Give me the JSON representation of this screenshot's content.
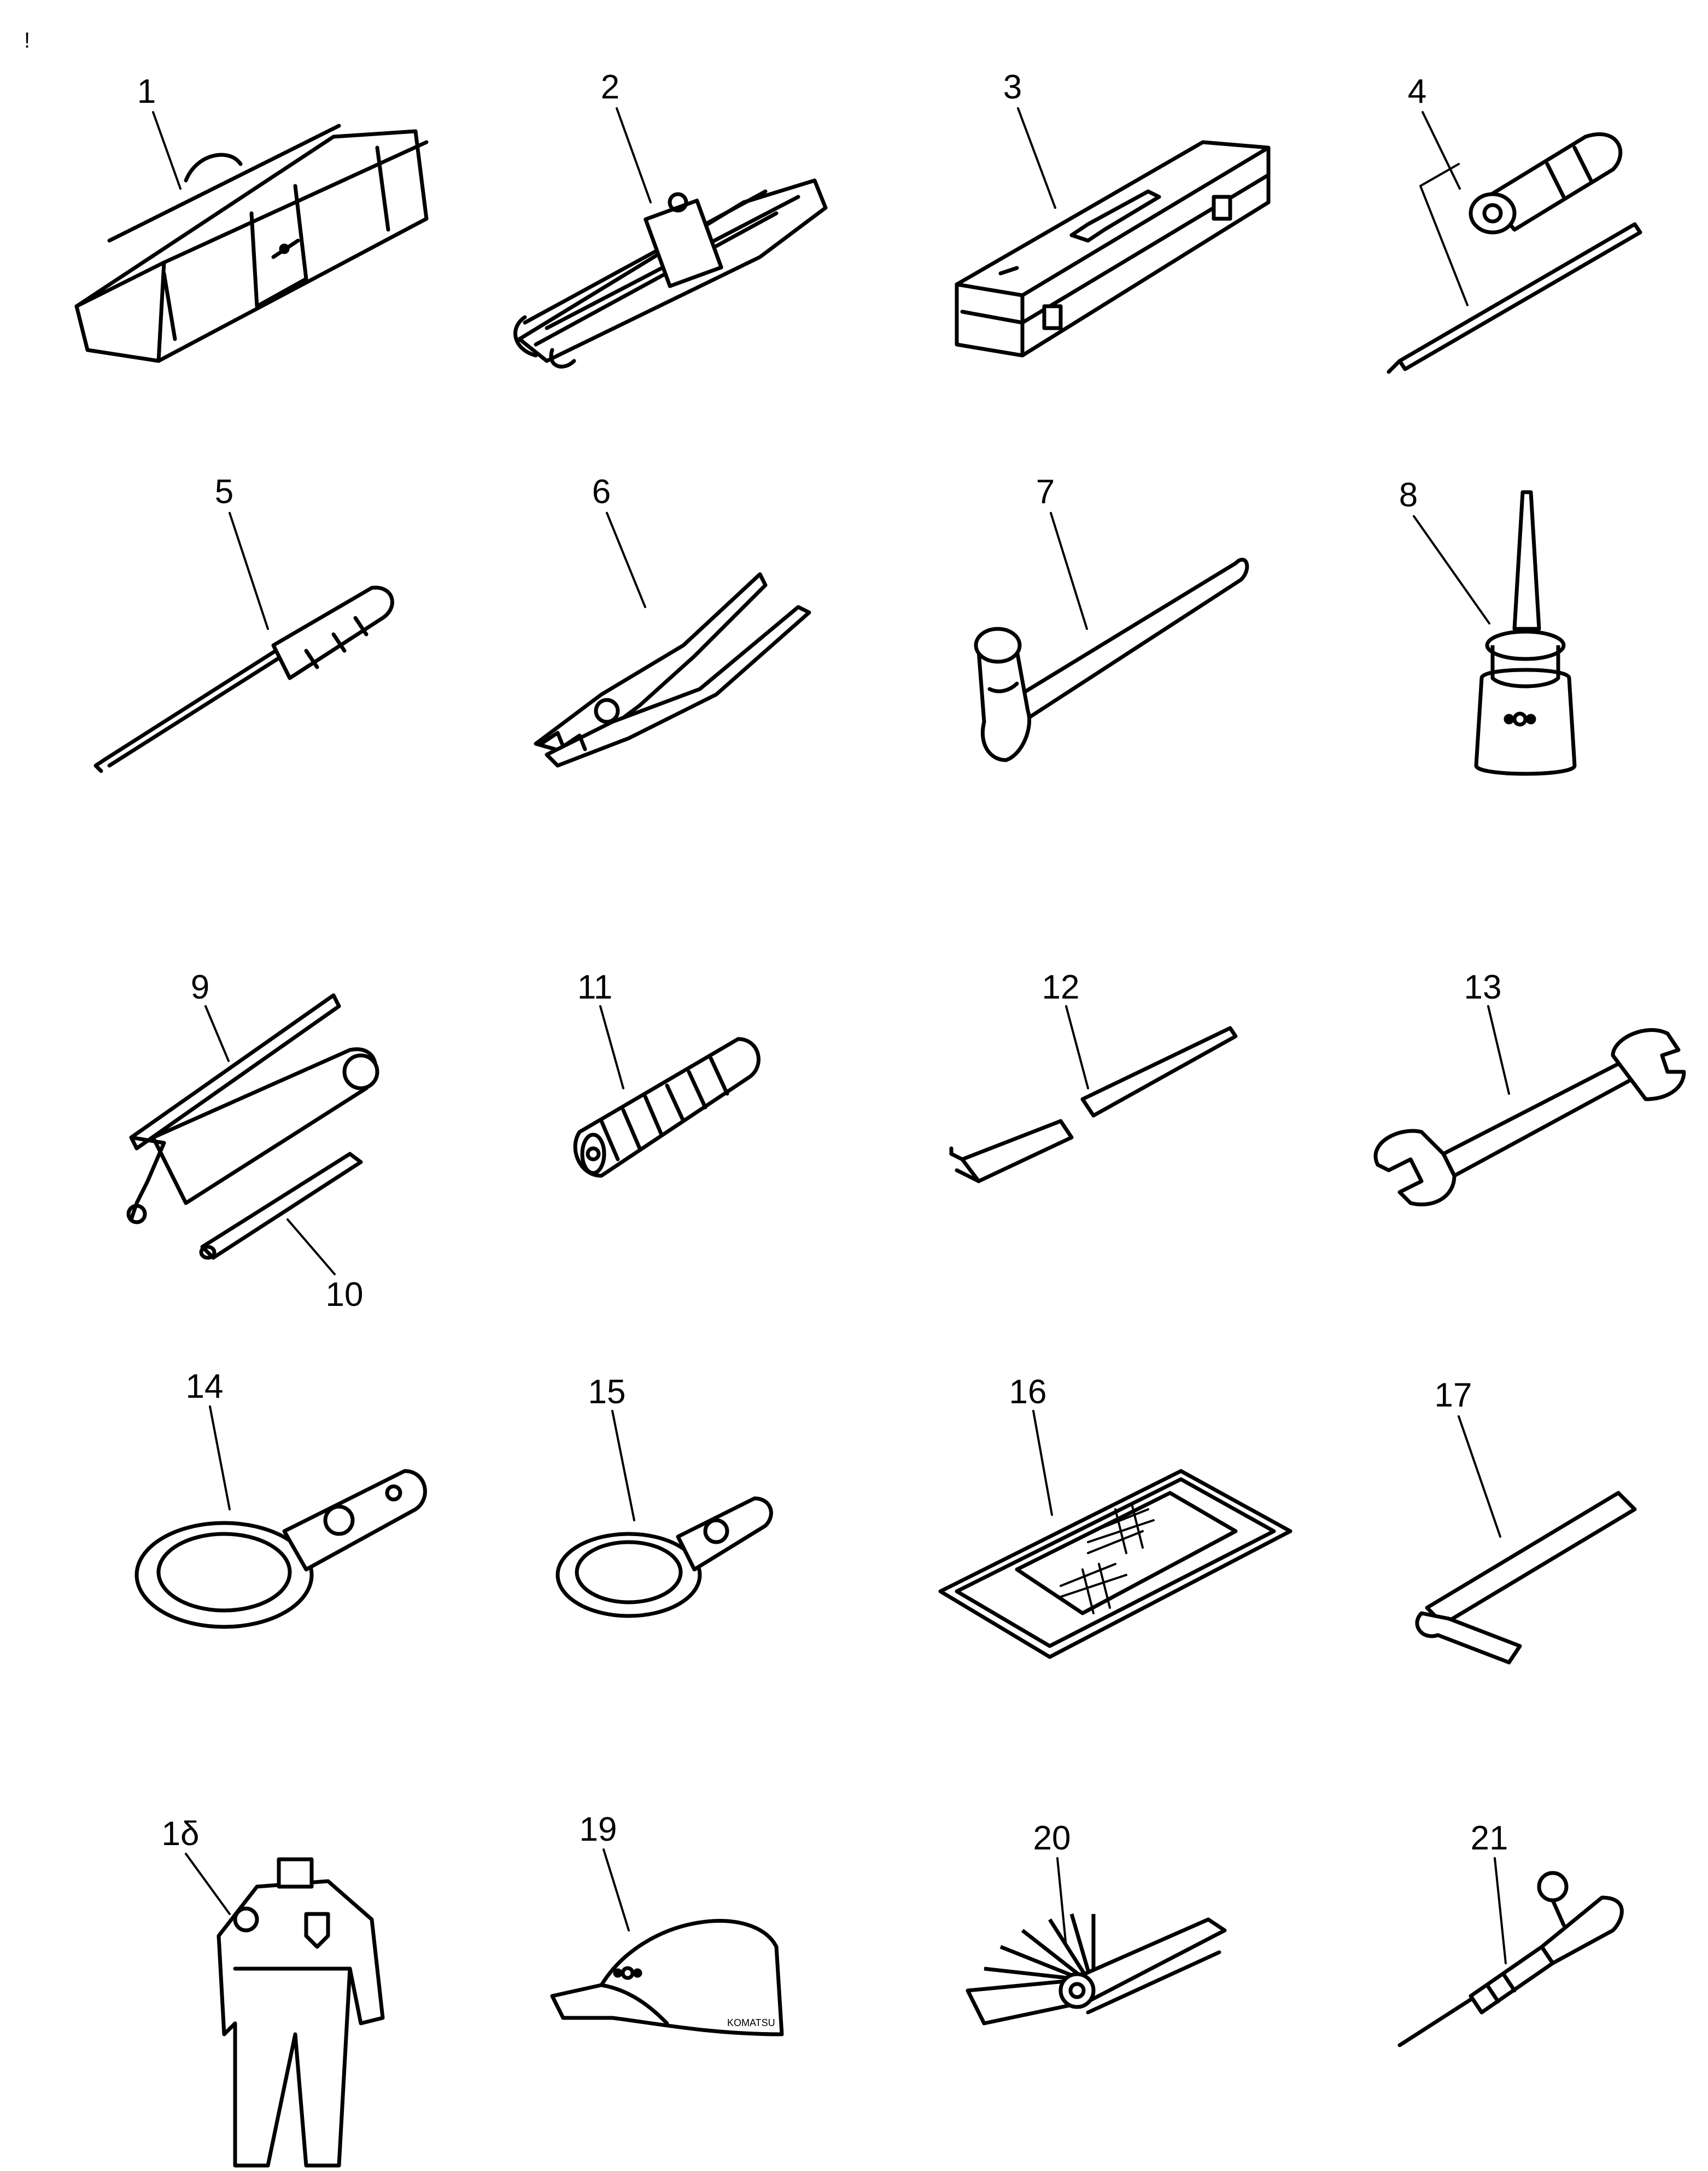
{
  "labels": {
    "l1": "1",
    "l2": "2",
    "l3": "3",
    "l4": "4",
    "l5": "5",
    "l6": "6",
    "l7": "7",
    "l8": "8",
    "l9": "9",
    "l10": "10",
    "l11": "11",
    "l12": "12",
    "l13": "13",
    "l14": "14",
    "l15": "15",
    "l16": "16",
    "l17": "17",
    "l18": "1δ",
    "l19": "19",
    "l20": "20",
    "l21": "21"
  },
  "mark": "!",
  "brand_text": "KOMATSU"
}
